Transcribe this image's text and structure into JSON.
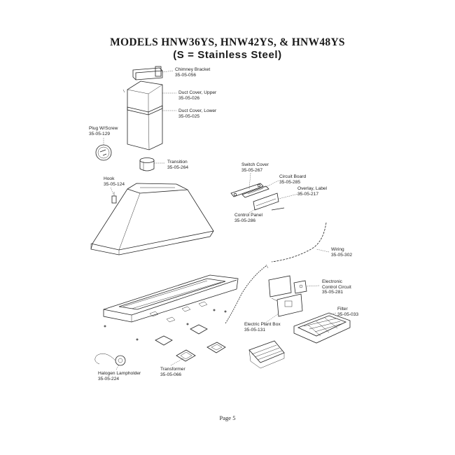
{
  "title_line1": "MODELS HNW36YS, HNW42YS, & HNW48YS",
  "title_line2": "(S = Stainless Steel)",
  "page_number": "Page 5",
  "parts": {
    "chimney_bracket": {
      "name": "Chimney Bracket",
      "number": "35-05-056"
    },
    "duct_cover_upper": {
      "name": "Duct Cover, Upper",
      "number": "35-05-026"
    },
    "duct_cover_lower": {
      "name": "Duct Cover, Lower",
      "number": "35-05-025"
    },
    "plug_w_screw": {
      "name": "Plug W/Screw",
      "number": "35-05-129"
    },
    "transition": {
      "name": "Transition",
      "number": "35-05-264"
    },
    "hook": {
      "name": "Hook",
      "number": "35-05-124"
    },
    "switch_cover": {
      "name": "Switch Cover",
      "number": "35-05-267"
    },
    "circuit_board": {
      "name": "Circuit Board",
      "number": "35-05-285"
    },
    "overlay_label": {
      "name": "Overlay, Label",
      "number": "35-05-217"
    },
    "control_panel": {
      "name": "Control Panel",
      "number": "35-05-286"
    },
    "wiring": {
      "name": "Wiring",
      "number": "35-05-302"
    },
    "electronic_control_circuit": {
      "name_line1": "Electronic",
      "name_line2": "Control Circuit",
      "number": "35-05-281"
    },
    "filter": {
      "name": "Filter",
      "number": "35-05-033"
    },
    "electric_plant_box": {
      "name": "Electric Plant Box",
      "number": "35-05-131"
    },
    "transformer": {
      "name": "Transformer",
      "number": "35-05-066"
    },
    "halogen_lampholder": {
      "name": "Halogen Lampholder",
      "number": "35-05-224"
    }
  }
}
